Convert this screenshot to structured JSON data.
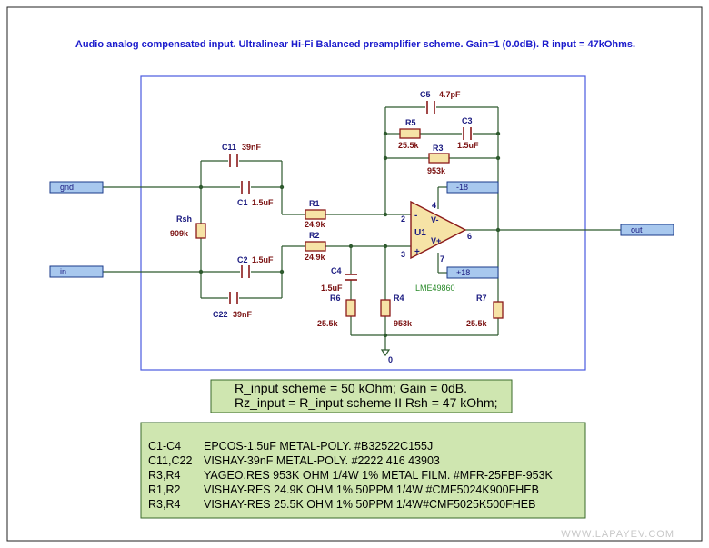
{
  "title": "Audio analog compensated input. Ultralinear Hi-Fi Balanced preamplifier scheme. Gain=1 (0.0dB). R input = 47kOhms.",
  "ports": {
    "gnd": "gnd",
    "in": "in",
    "out": "out",
    "vneg": "-18",
    "vpos": "+18"
  },
  "components": {
    "c11": {
      "ref": "C11",
      "value": "39nF"
    },
    "c1": {
      "ref": "C1",
      "value": "1.5uF"
    },
    "rsh": {
      "ref": "Rsh",
      "value": "909k"
    },
    "c2": {
      "ref": "C2",
      "value": "1.5uF"
    },
    "c22": {
      "ref": "C22",
      "value": "39nF"
    },
    "r1": {
      "ref": "R1",
      "value": "24.9k"
    },
    "r2": {
      "ref": "R2",
      "value": "24.9k"
    },
    "c4": {
      "ref": "C4",
      "value": "1.5uF"
    },
    "r6": {
      "ref": "R6",
      "value": "25.5k"
    },
    "r4": {
      "ref": "R4",
      "value": "953k"
    },
    "c5": {
      "ref": "C5",
      "value": "4.7pF"
    },
    "r5": {
      "ref": "R5",
      "value": "25.5k"
    },
    "c3": {
      "ref": "C3",
      "value": "1.5uF"
    },
    "r3": {
      "ref": "R3",
      "value": "953k"
    },
    "r7": {
      "ref": "R7",
      "value": "25.5k"
    }
  },
  "opamp": {
    "ref": "U1",
    "part": "LME49860",
    "pins": {
      "inv": "2",
      "noninv": "3",
      "vneg": "4",
      "out": "6",
      "vpos": "7"
    },
    "inv_symbol": "-",
    "noninv_symbol": "+",
    "vneg_label": "V-",
    "vpos_label": "V+"
  },
  "ground_label": "0",
  "notes": [
    "R_input scheme = 50 kOhm; Gain = 0dB.",
    "Rz_input = R_input scheme II Rsh = 47 kOhm;"
  ],
  "bom": [
    {
      "refs": "C1-C4",
      "desc": "EPCOS-1.5uF METAL-POLY. #B32522C155J"
    },
    {
      "refs": "C11,C22",
      "desc": "VISHAY-39nF  METAL-POLY. #2222 416 43903"
    },
    {
      "refs": "R3,R4",
      "desc": "YAGEO.RES 953K  OHM 1/4W 1% METAL FILM. #MFR-25FBF-953K"
    },
    {
      "refs": "R1,R2",
      "desc": "VISHAY-RES 24.9K OHM 1% 50PPM 1/4W  #CMF5024K900FHEB"
    },
    {
      "refs": "R3,R4",
      "desc": "VISHAY-RES 25.5K OHM 1% 50PPM 1/4W#CMF5025K500FHEB"
    }
  ],
  "watermark": "WWW.LAPAYEV.COM",
  "colors": {
    "wire": "#2e5a2e",
    "component": "#8b1a1a",
    "body_fill": "#f6e3a6",
    "port_fill": "#a8c8ee",
    "note_fill": "#cfe6b0",
    "title": "#1a1acc"
  }
}
